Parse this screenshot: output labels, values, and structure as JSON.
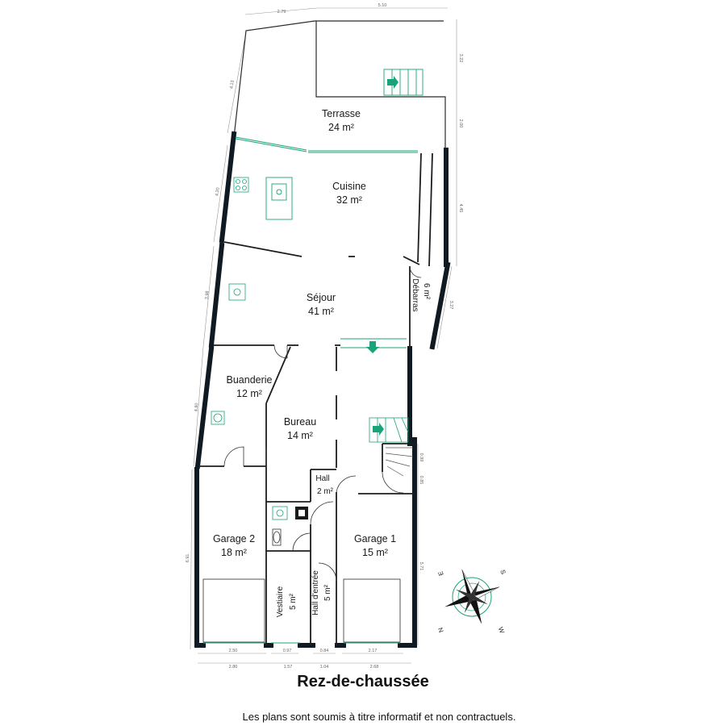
{
  "title": "Rez-de-chaussée",
  "disclaimer": "Les plans sont soumis à titre informatif et non contractuels.",
  "rooms": {
    "terrasse": {
      "name": "Terrasse",
      "area": "24 m²"
    },
    "cuisine": {
      "name": "Cuisine",
      "area": "32 m²"
    },
    "sejour": {
      "name": "Séjour",
      "area": "41 m²"
    },
    "debarras": {
      "name": "Débarras",
      "area": "6 m²"
    },
    "buanderie": {
      "name": "Buanderie",
      "area": "12 m²"
    },
    "bureau": {
      "name": "Bureau",
      "area": "14 m²"
    },
    "hall": {
      "name": "Hall",
      "area": "2 m²"
    },
    "garage2": {
      "name": "Garage 2",
      "area": "18 m²"
    },
    "garage1": {
      "name": "Garage 1",
      "area": "15 m²"
    },
    "vestiaire": {
      "name": "Vestiaire",
      "area": "5 m²"
    },
    "hall_entree": {
      "name": "Hall d'entrée",
      "area": "5 m²"
    }
  },
  "dimensions": {
    "top_left": "2.79",
    "top_right": "5.10",
    "right_terrasse": "3.22",
    "right_gap": "2.00",
    "right_cuisine": "4.45",
    "right_debarras": "3.27",
    "right_stair_a": "0.99",
    "right_stair_b": "0.85",
    "right_garage": "5.71",
    "left_terrasse": "4.13",
    "left_cuisine": "4.20",
    "left_sejour": "3.98",
    "left_buanderie": "4.80",
    "left_garage": "6.91",
    "bottom_garage2_inner": "2.50",
    "bottom_garage2_outer": "2.80",
    "bottom_vestiaire_inner": "0.97",
    "bottom_vestiaire_outer": "1.57",
    "bottom_hall_inner": "0.84",
    "bottom_hall_outer": "1.04",
    "bottom_garage1_inner": "2.17",
    "bottom_garage1_outer": "2.68"
  },
  "compass": {
    "n": "N",
    "e": "E",
    "s": "S",
    "w": "W"
  },
  "colors": {
    "wall": "#0f1a22",
    "thin_wall": "#2b2b2b",
    "accent": "#1aa37a",
    "dimension": "#888888"
  }
}
